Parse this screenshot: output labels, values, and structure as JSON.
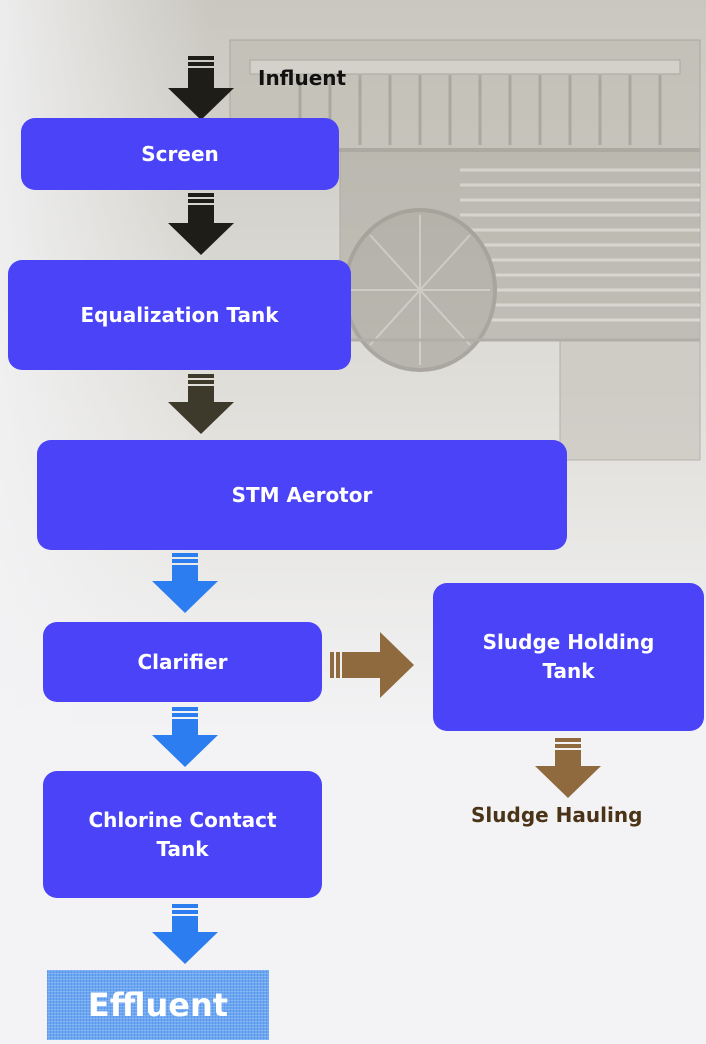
{
  "influent_label": "Influent",
  "steps": {
    "screen": "Screen",
    "equalization_tank": "Equalization Tank",
    "stm_aerotor": "STM Aerotor",
    "clarifier": "Clarifier",
    "sludge_holding_tank_line1": "Sludge Holding",
    "sludge_holding_tank_line2": "Tank",
    "chlorine_contact_tank_line1": "Chlorine Contact",
    "chlorine_contact_tank_line2": "Tank",
    "effluent": "Effluent"
  },
  "sludge_hauling_label": "Sludge Hauling",
  "colors": {
    "box_fill": "#4a43f7",
    "arrow_dark": "#1f1d17",
    "arrow_olive": "#3d3a2c",
    "arrow_blue": "#2b7df0",
    "arrow_brown": "#8f6a3e",
    "effluent_fill": "#6aa6f2",
    "sludge_text": "#4a3317"
  }
}
